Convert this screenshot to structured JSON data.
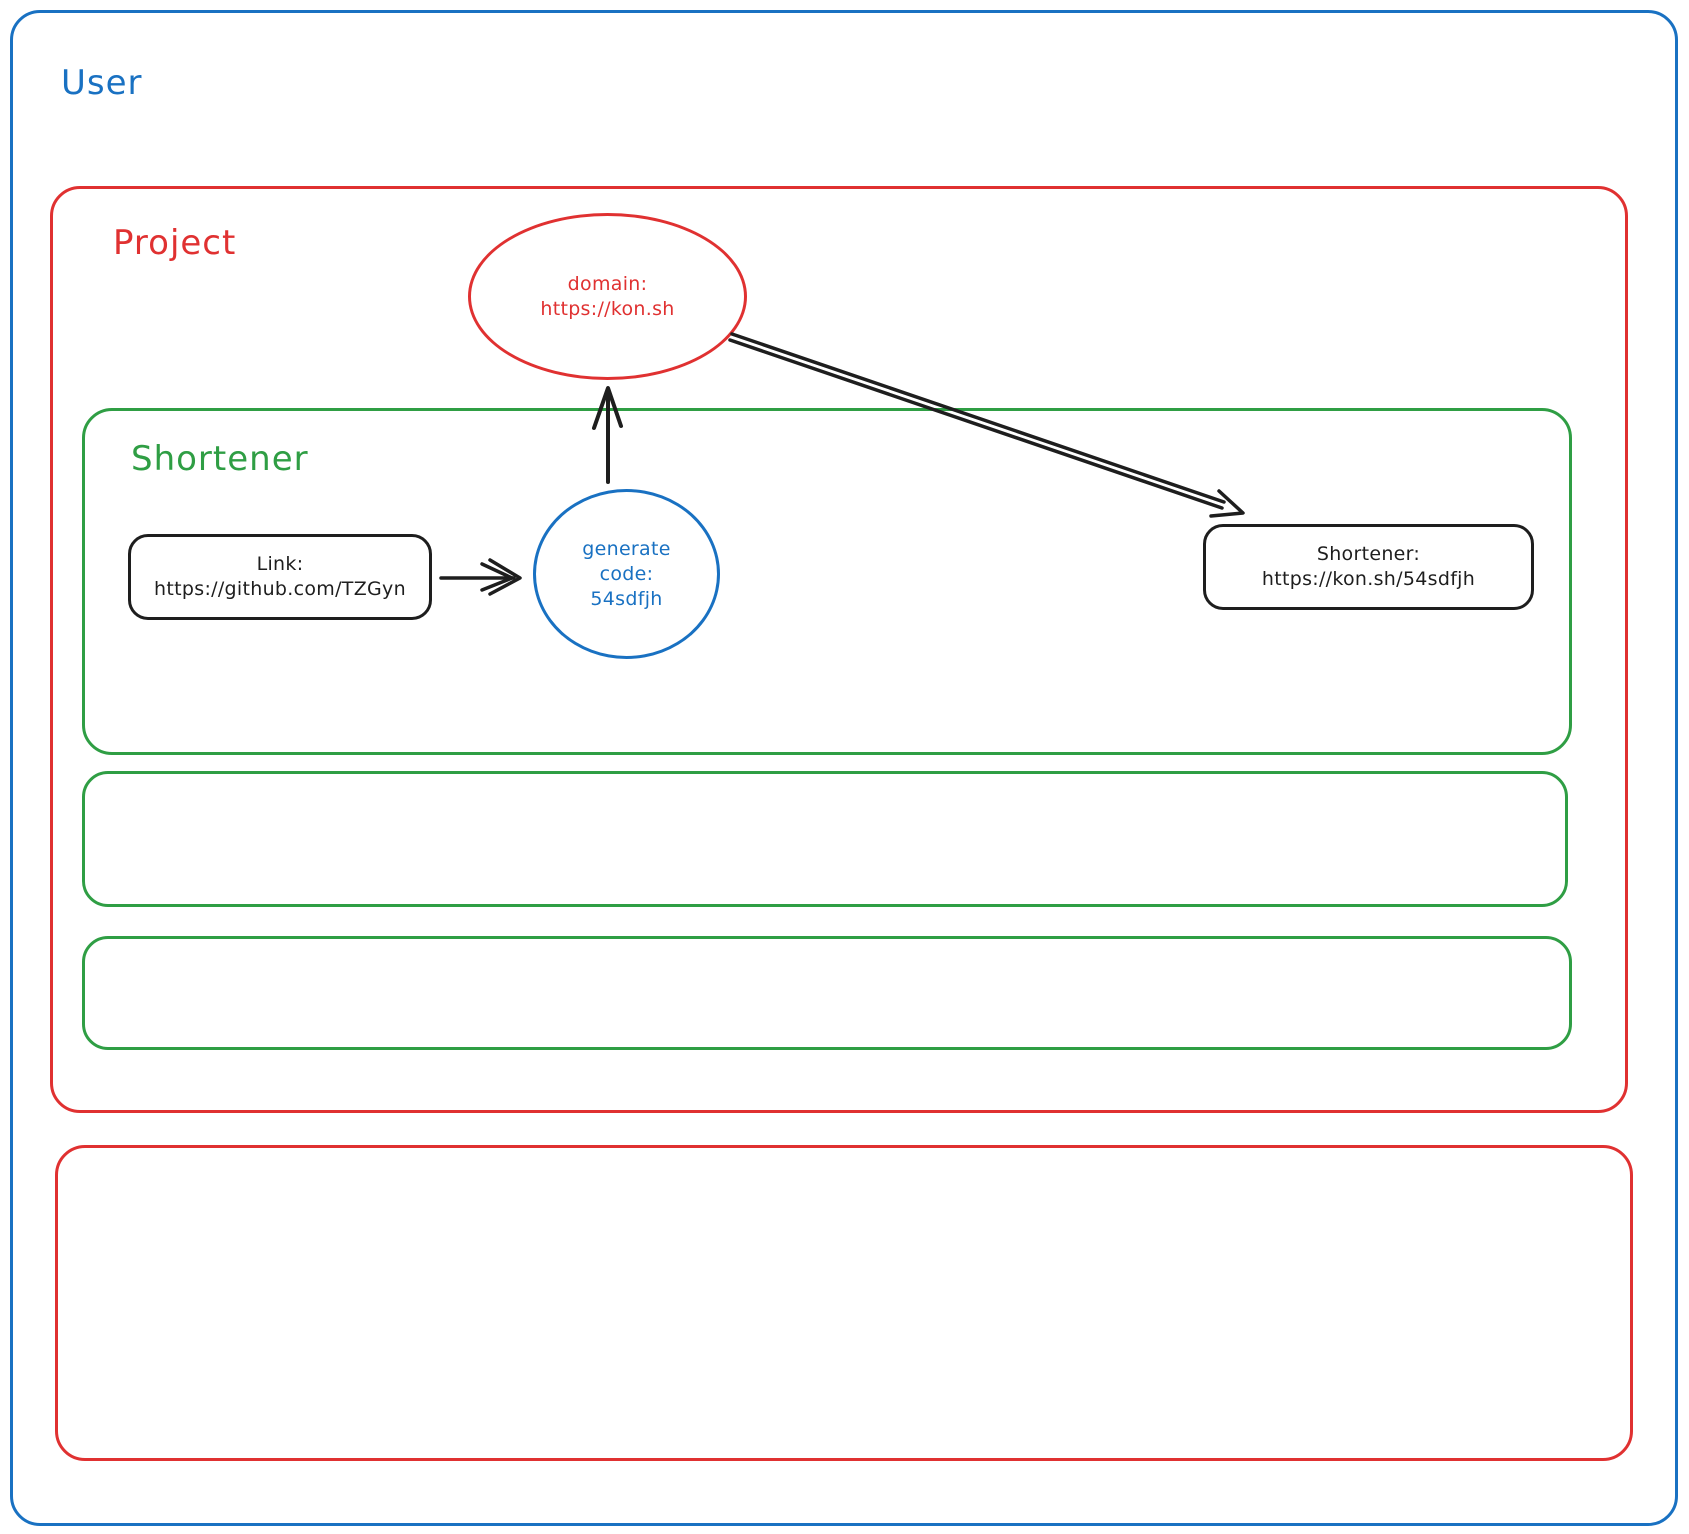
{
  "diagram": {
    "user": {
      "label": "User"
    },
    "project": {
      "label": "Project"
    },
    "domain_ellipse": {
      "lines": [
        "domain:",
        "https://kon.sh"
      ]
    },
    "shortener_section": {
      "label": "Shortener"
    },
    "link_box": {
      "lines": [
        "Link:",
        "https://github.com/TZGyn"
      ]
    },
    "generate_code_circle": {
      "lines": [
        "generate",
        "code:",
        "54sdfjh"
      ]
    },
    "shortener_result_box": {
      "lines": [
        "Shortener:",
        "https://kon.sh/54sdfjh"
      ]
    },
    "colors": {
      "user_blue": "#1971c2",
      "project_red": "#e03131",
      "shortener_green": "#2f9e44",
      "ink_black": "#1e1e1e",
      "background": "#ffffff"
    }
  }
}
